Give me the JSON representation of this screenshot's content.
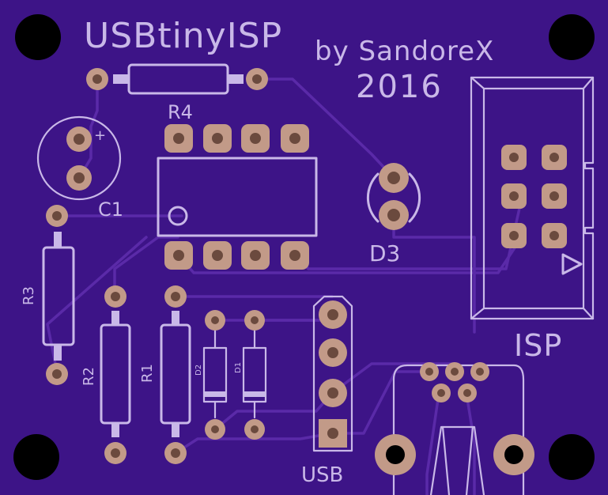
{
  "board": {
    "title": "USBtinyISP",
    "author": "by SandoreX",
    "year": "2016"
  },
  "labels": {
    "r4": "R4",
    "c1": "C1",
    "c1_polarity": "+",
    "r3": "R3",
    "r2": "R2",
    "r1": "R1",
    "d2": "D2",
    "d1": "D1",
    "d3": "D3",
    "isp": "ISP",
    "usb": "USB"
  },
  "colors": {
    "soldermask": "#3d1487",
    "silkscreen": "#c9b8e8",
    "pad": "#c29a88",
    "trace": "#5a2aa8",
    "mount_hole": "#000000"
  }
}
